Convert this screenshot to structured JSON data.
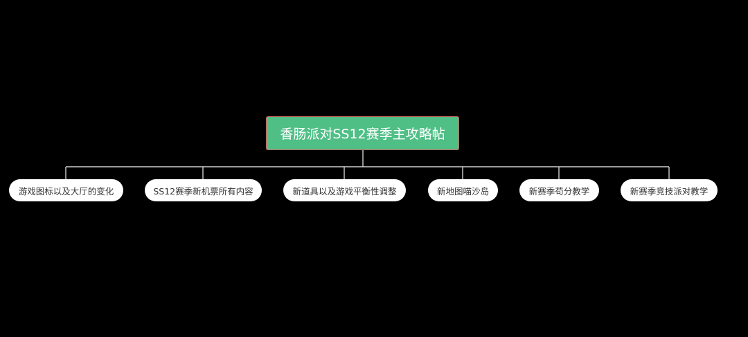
{
  "mindmap": {
    "root": {
      "label": "香肠派对SS12赛季主攻略帖",
      "background_color": "#4fbf86",
      "border_color": "#d0655c",
      "text_color": "#ffffff"
    },
    "children": [
      {
        "label": "游戏图标以及大厅的变化"
      },
      {
        "label": "SS12赛季新机票所有内容"
      },
      {
        "label": "新道具以及游戏平衡性调整"
      },
      {
        "label": "新地图喵沙岛"
      },
      {
        "label": "新赛季苟分教学"
      },
      {
        "label": "新赛季竞技派对教学"
      }
    ],
    "connector_color": "#cfcfcf",
    "background_color": "#000000"
  }
}
